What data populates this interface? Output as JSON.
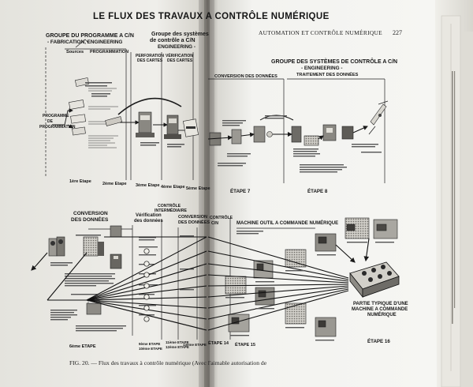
{
  "left_page": {
    "title": "LE FLUX DES TRAVAUX A CONTRÔLE NUMÉRIQUE",
    "top_section": {
      "group_programme": "GROUPE DU PROGRAMME A C/N",
      "group_programme_sub": "- FABRICATION, ENGINEERING",
      "col_sources": "Sources",
      "col_programmation": "PROGRAMMATION",
      "group_systemes": "Groupe des systèmes",
      "group_systemes_2": "de contrôle a C/N",
      "group_systemes_sub": "ENGINEERING -",
      "col_perforation": "PERFORATION",
      "col_cartes": "DES CARTES",
      "col_verification": "VÉRIFICATION",
      "col_des_cartes": "DES CARTES",
      "side_label_1": "PROGRAMME",
      "side_label_2": "DE",
      "side_label_3": "PROGRAMMATION",
      "step_1": "1ère Etape",
      "step_2": "2ème Etape",
      "step_3": "3ème Etape",
      "step_4": "4ème Etape",
      "step_5": "5ème Etape"
    },
    "bottom_section": {
      "conversion": "CONVERSION",
      "conversion_2": "DES DONNÉES",
      "verification": "Vérification",
      "verification_2": "des données",
      "controle": "CONTRÔLE",
      "controle_2": "INTERMÉDIAIRE",
      "conversion_b": "CONVERSION",
      "conversion_b2": "DES DONNÉES",
      "step_6": "6ème ETAPE",
      "step_9": "9ème ETAPE",
      "step_10": "10ème ETAPE",
      "step_11": "11ème ETAPE",
      "step_12": "12ème ETAPE",
      "step_13": "13ème ETAPE"
    },
    "caption": "FIG. 20. — Flux des travaux à contrôle numérique (Avec l'aimable autorisation de"
  },
  "right_page": {
    "header": "AUTOMATION ET CONTRÔLE NUMÉRIQUE",
    "page_number": "227",
    "group_title": "GROUPE DES SYSTÈMES DE CONTRÔLE A C/N",
    "group_sub": "- ENGINEERING -",
    "conversion": "CONVERSION DES DONNÉES",
    "traitement": "TRAITEMENT DES DONNÉES",
    "step_7": "ÉTAPE 7",
    "step_8": "ÉTAPE 8",
    "controle": "CONTRÔLE",
    "controle_2": "C/N",
    "machine_title": "MACHINE OUTIL A COMMANDE NUMÉRIQUE",
    "step_14": "ÉTAPE 14",
    "step_15": "ÉTAPE 15",
    "step_16": "ÉTAPE 16",
    "partie_1": "PARTIE TYPIQUE D'UNE",
    "partie_2": "MACHINE A COMMANDE",
    "partie_3": "NUMÉRIQUE"
  }
}
